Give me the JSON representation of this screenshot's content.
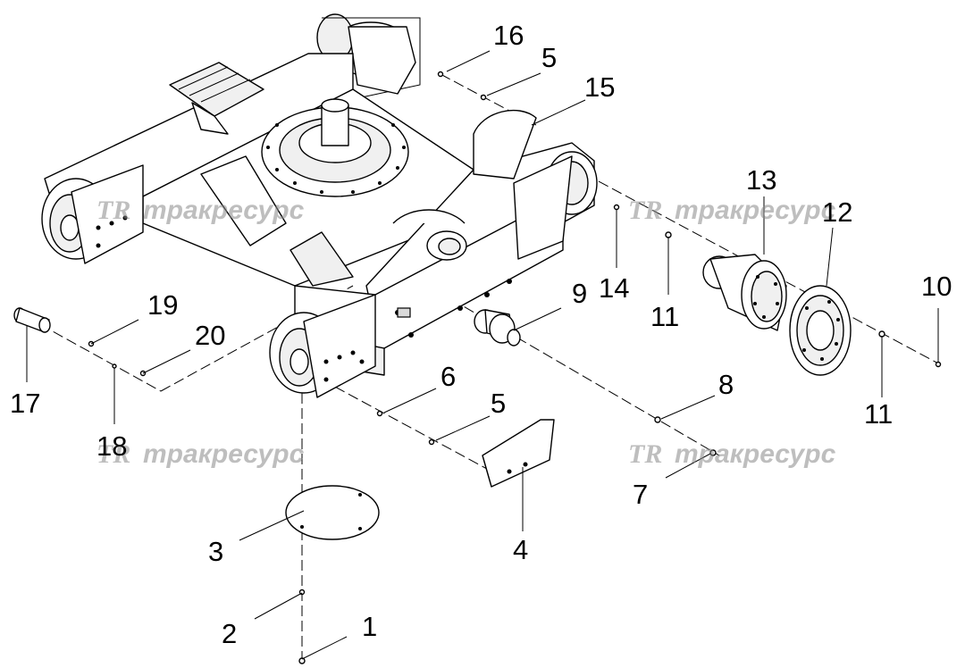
{
  "watermark": {
    "logo": "TR",
    "text": "тракресурс"
  },
  "callouts": [
    {
      "id": "c1",
      "label": "1"
    },
    {
      "id": "c2",
      "label": "2"
    },
    {
      "id": "c3",
      "label": "3"
    },
    {
      "id": "c4",
      "label": "4"
    },
    {
      "id": "c5a",
      "label": "5"
    },
    {
      "id": "c5b",
      "label": "5"
    },
    {
      "id": "c6",
      "label": "6"
    },
    {
      "id": "c7",
      "label": "7"
    },
    {
      "id": "c8",
      "label": "8"
    },
    {
      "id": "c9",
      "label": "9"
    },
    {
      "id": "c10",
      "label": "10"
    },
    {
      "id": "c11a",
      "label": "11"
    },
    {
      "id": "c11b",
      "label": "11"
    },
    {
      "id": "c12",
      "label": "12"
    },
    {
      "id": "c13",
      "label": "13"
    },
    {
      "id": "c14",
      "label": "14"
    },
    {
      "id": "c15",
      "label": "15"
    },
    {
      "id": "c16",
      "label": "16"
    },
    {
      "id": "c17",
      "label": "17"
    },
    {
      "id": "c18",
      "label": "18"
    },
    {
      "id": "c19",
      "label": "19"
    },
    {
      "id": "c20",
      "label": "20"
    }
  ]
}
